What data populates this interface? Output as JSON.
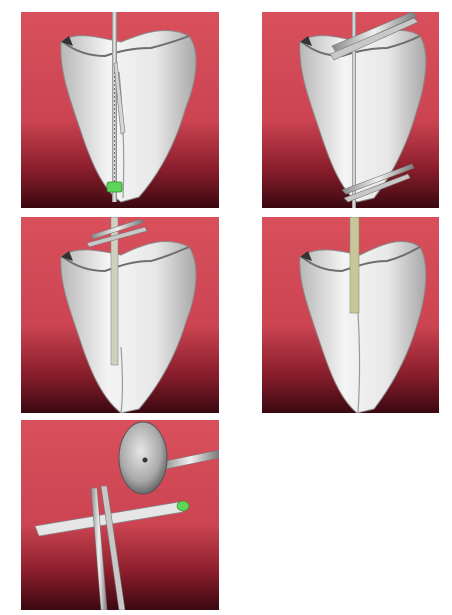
{
  "figure": {
    "panels": [
      {
        "id": "step-1",
        "content": "tooth-with-file-and-green-stopper"
      },
      {
        "id": "step-2",
        "content": "tooth-with-file-and-pliers"
      },
      {
        "id": "step-3",
        "content": "tooth-with-post-and-pliers"
      },
      {
        "id": "step-4",
        "content": "tooth-with-seated-post"
      },
      {
        "id": "step-5",
        "content": "cutting-disc-trimming-post-held-by-pliers"
      }
    ],
    "colors": {
      "background_top": "#d9505c",
      "background_mid": "#b02a3a",
      "background_bottom": "#3a0810",
      "tooth_light": "#f2f2f2",
      "tooth_shadow": "#9a9a9a",
      "instrument": "#c8c8c8",
      "stopper_green": "#5fd45a",
      "post_tint": "#c9c79a"
    }
  }
}
